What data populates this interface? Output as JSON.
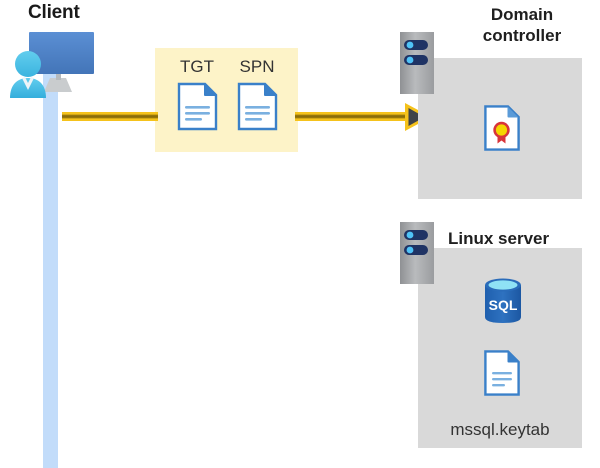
{
  "diagram": {
    "title": "Kerberos authentication flow: client obtains TGT and SPN from domain controller; Linux server hosts SQL with mssql.keytab",
    "background": "#ffffff",
    "colors": {
      "accent_gold": "#f5c21b",
      "arrow_dark": "#3f4348",
      "flow_box": "#fdf3c8",
      "panel_gray": "#d9d9d9",
      "server_gray": "#a6a6a6",
      "lifeline_blue": "#c2dcfa",
      "doc_blue": "#3a80c9",
      "sql_blue": "#2c6cbc",
      "title_text": "#1f1f1f"
    }
  },
  "client": {
    "label": "Client",
    "icon_name": "user-with-monitor-icon",
    "lifeline_name": "client-lifeline"
  },
  "flow": {
    "box_name": "token-flow-box",
    "tokens": [
      {
        "label": "TGT",
        "icon": "document-icon"
      },
      {
        "label": "SPN",
        "icon": "document-icon"
      }
    ],
    "arrow": {
      "name": "client-to-domain-controller-arrow",
      "direction": "right",
      "color": "#f5c21b"
    }
  },
  "nodes": [
    {
      "id": "domain-controller",
      "title": "Domain controller",
      "server_icon": "server-rack-icon",
      "contents": [
        {
          "icon": "certificate-document-icon",
          "label": ""
        }
      ]
    },
    {
      "id": "linux-server",
      "title": "Linux server",
      "server_icon": "server-rack-icon",
      "contents": [
        {
          "icon": "sql-database-icon",
          "label": "SQL"
        },
        {
          "icon": "document-icon",
          "label": "mssql.keytab"
        }
      ]
    }
  ],
  "labels": {
    "sql_text": "SQL",
    "keytab_text": "mssql.keytab"
  }
}
